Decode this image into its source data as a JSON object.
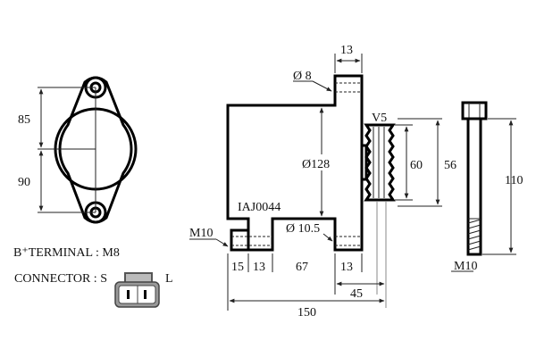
{
  "labels": {
    "part_number": "IAJ0044",
    "b_terminal": "B⁺TERMINAL : M8",
    "connector": "CONNECTOR : S",
    "connector_l": "L",
    "v5": "V5",
    "dia_8": "Ø 8",
    "dia_128": "Ø128",
    "dia_10_5": "Ø 10.5",
    "m10_left": "M10",
    "m10_bolt": "M10"
  },
  "dimensions": {
    "d85": "85",
    "d90": "90",
    "d13_top": "13",
    "d60": "60",
    "d56": "56",
    "d110": "110",
    "d15": "15",
    "d13_a": "13",
    "d67": "67",
    "d13_b": "13",
    "d45": "45",
    "d150": "150"
  }
}
